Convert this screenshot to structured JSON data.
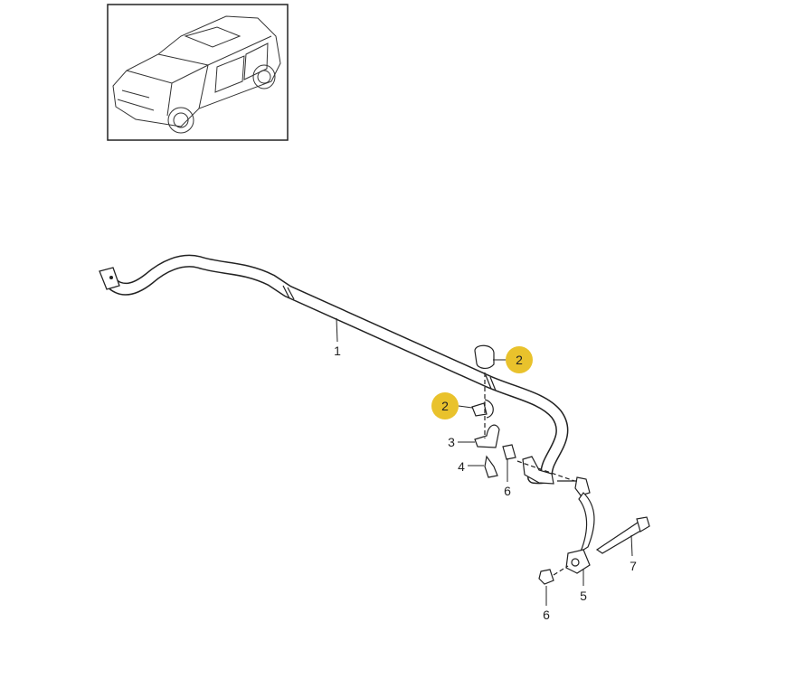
{
  "diagram": {
    "highlight_color": "#e9c22c",
    "thumbnail": {
      "subject": "car-overview"
    },
    "callouts": [
      {
        "id": "c1",
        "label": "1",
        "part": "stabilizer-bar",
        "highlighted": false
      },
      {
        "id": "c2a",
        "label": "2",
        "part": "bushing",
        "highlighted": true
      },
      {
        "id": "c2b",
        "label": "2",
        "part": "clip",
        "highlighted": true
      },
      {
        "id": "c3",
        "label": "3",
        "part": "bracket",
        "highlighted": false
      },
      {
        "id": "c4",
        "label": "4",
        "part": "bolt",
        "highlighted": false
      },
      {
        "id": "c6a",
        "label": "6",
        "part": "nut",
        "highlighted": false
      },
      {
        "id": "c5",
        "label": "5",
        "part": "coupling-rod",
        "highlighted": false
      },
      {
        "id": "c6b",
        "label": "6",
        "part": "nut",
        "highlighted": false
      },
      {
        "id": "c7",
        "label": "7",
        "part": "long-bolt",
        "highlighted": false
      }
    ]
  }
}
